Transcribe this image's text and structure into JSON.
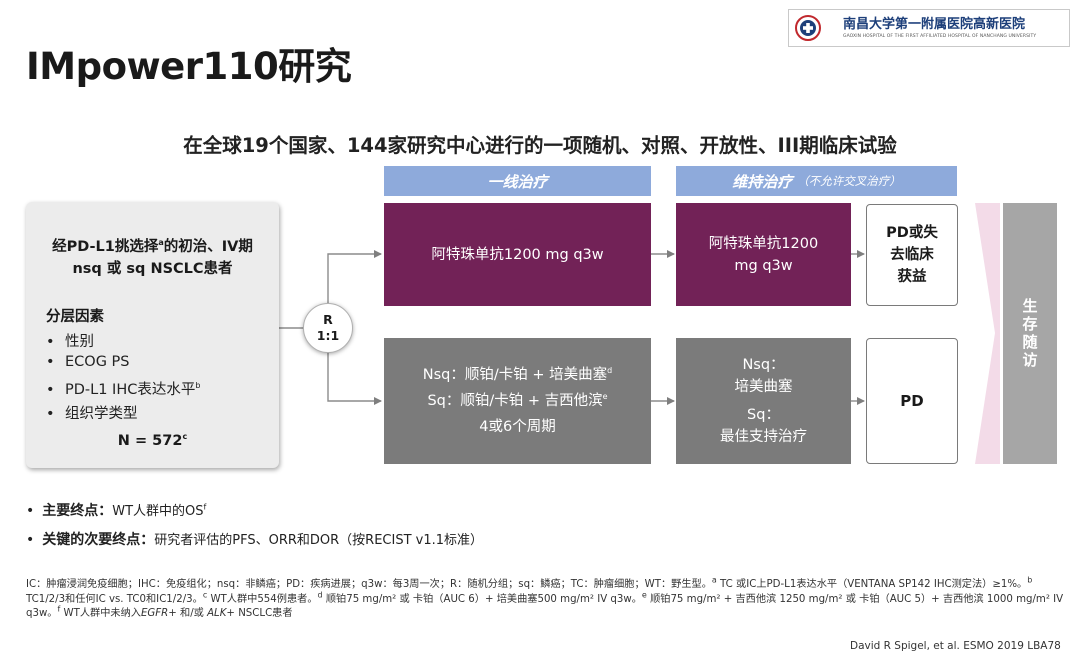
{
  "title": "IMpower110研究",
  "logo": {
    "name_cn": "南昌大学第一附属医院高新医院",
    "name_en": "GAOXIN HOSPITAL OF THE FIRST AFFILIATED HOSPITAL OF NANCHANG UNIVERSITY",
    "seal_icon": "hospital-seal-icon"
  },
  "subtitle": "在全球19个国家、144家研究中心进行的一项随机、对照、开放性、III期临床试验",
  "phases": {
    "induction": "一线治疗",
    "maintenance": "维持治疗",
    "maintenance_note": "（不允许交叉治疗）"
  },
  "inclusion": {
    "line1_pre": "经PD-L1挑选择",
    "line1_sup": "a",
    "line1_post": "的初治、IV期",
    "line2": "nsq 或 sq NSCLC患者"
  },
  "stratification": {
    "heading": "分层因素",
    "factors": [
      {
        "text": "性别",
        "sup": ""
      },
      {
        "text": "ECOG PS",
        "sup": ""
      },
      {
        "text": "PD-L1 IHC表达水平",
        "sup": "b"
      },
      {
        "text": "组织学类型",
        "sup": ""
      }
    ],
    "bullet": "•",
    "n_text": "N = 572",
    "n_sup": "c"
  },
  "randomization": {
    "line1": "R",
    "line2": "1:1"
  },
  "arm_a": {
    "induction": "阿特珠单抗1200 mg q3w",
    "maintenance_line1": "阿特珠单抗1200",
    "maintenance_line2": "mg q3w",
    "endpoint_line1": "PD或失",
    "endpoint_line2": "去临床",
    "endpoint_line3": "获益"
  },
  "arm_b": {
    "induction_line1": "Nsq：顺铂/卡铂 + 培美曲塞",
    "induction_line1_sup": "d",
    "induction_line2": "Sq：顺铂/卡铂 + 吉西他滨",
    "induction_line2_sup": "e",
    "induction_line3": "4或6个周期",
    "maintenance_nsq_label": "Nsq：",
    "maintenance_nsq": "培美曲塞",
    "maintenance_sq_label": "Sq：",
    "maintenance_sq": "最佳支持治疗",
    "endpoint": "PD"
  },
  "follow_up": "生存随访",
  "endpoints": [
    {
      "label": "主要终点：",
      "text": "WT人群中的OS",
      "sup": "f"
    },
    {
      "label": "关键的次要终点：",
      "text": "研究者评估的PFS、ORR和DOR（按RECIST v1.1标准）",
      "sup": ""
    }
  ],
  "footnote": {
    "abbrev": "IC：肿瘤浸润免疫细胞；IHC：免疫组化；nsq：非鳞癌；PD：疾病进展；q3w：每3周一次；R：随机分组；sq：鳞癌；TC：肿瘤细胞；WT：野生型。",
    "a": "TC 或IC上PD-L1表达水平（VENTANA SP142 IHC测定法）≥1%。",
    "b": "TC1/2/3和任何IC vs. TC0和IC1/2/3。",
    "c": "WT人群中554例患者。",
    "d": "顺铂75 mg/m² 或 卡铂（AUC 6）+ 培美曲塞500 mg/m² IV q3w。",
    "e": "顺铂75 mg/m² + 吉西他滨 1250 mg/m² 或 卡铂（AUC 5）+ 吉西他滨 1000 mg/m² IV q3w。",
    "f_pre": "WT人群中未纳入",
    "f_egfr": "EGFR+",
    "f_mid": " 和/或 ",
    "f_alk": "ALK+",
    "f_post": " NSCLC患者"
  },
  "citation": "David R Spigel, et al.  ESMO 2019 LBA78",
  "colors": {
    "atezolizumab_arm": "#722257",
    "chemo_arm": "#7b7b7b",
    "phase_header": "#8eaadb",
    "follow_up": "#a6a6a6",
    "chevron": "#f3dbe8"
  }
}
